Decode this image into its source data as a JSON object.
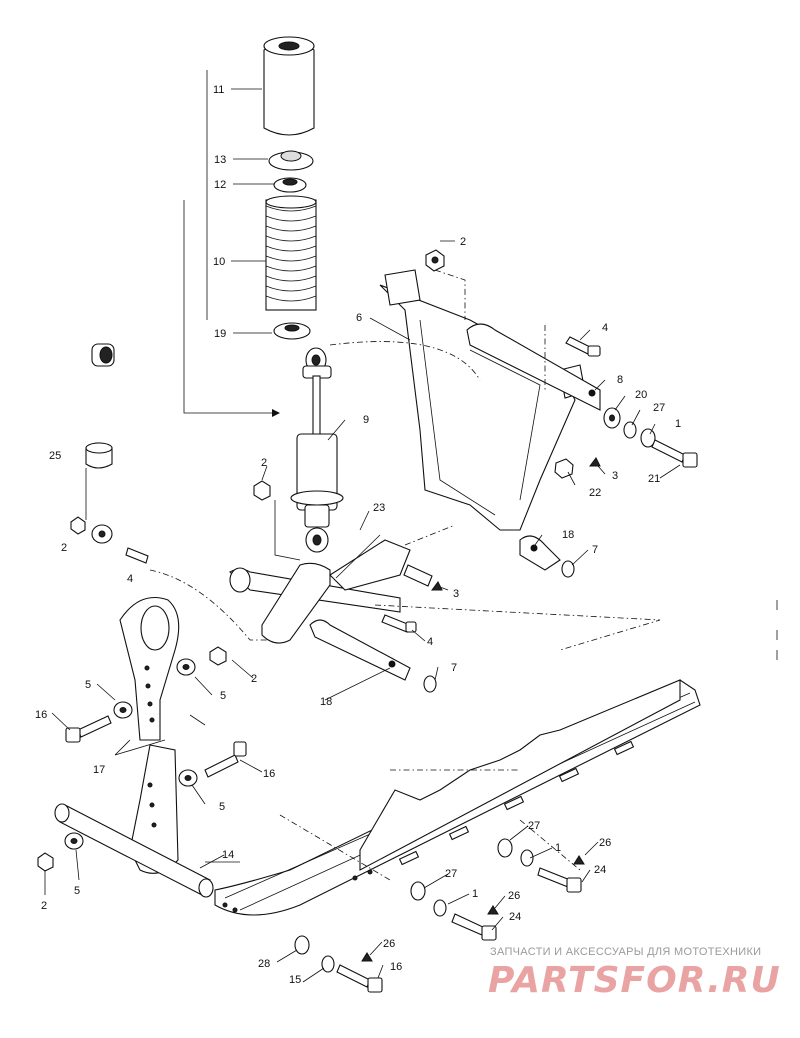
{
  "diagram": {
    "callouts": [
      {
        "id": "c11",
        "text": "11"
      },
      {
        "id": "c13",
        "text": "13"
      },
      {
        "id": "c12",
        "text": "12"
      },
      {
        "id": "c10",
        "text": "10"
      },
      {
        "id": "c19",
        "text": "19"
      },
      {
        "id": "c2a",
        "text": "2"
      },
      {
        "id": "c6",
        "text": "6"
      },
      {
        "id": "c4a",
        "text": "4"
      },
      {
        "id": "c8",
        "text": "8"
      },
      {
        "id": "c20",
        "text": "20"
      },
      {
        "id": "c27a",
        "text": "27"
      },
      {
        "id": "c1a",
        "text": "1"
      },
      {
        "id": "c21",
        "text": "21"
      },
      {
        "id": "c3a",
        "text": "3"
      },
      {
        "id": "c22",
        "text": "22"
      },
      {
        "id": "c9",
        "text": "9"
      },
      {
        "id": "c25",
        "text": "25"
      },
      {
        "id": "c2b",
        "text": "2"
      },
      {
        "id": "c2c",
        "text": "2"
      },
      {
        "id": "c4b",
        "text": "4"
      },
      {
        "id": "c23",
        "text": "23"
      },
      {
        "id": "c18a",
        "text": "18"
      },
      {
        "id": "c7a",
        "text": "7"
      },
      {
        "id": "c3b",
        "text": "3"
      },
      {
        "id": "c4c",
        "text": "4"
      },
      {
        "id": "c2d",
        "text": "2"
      },
      {
        "id": "c7b",
        "text": "7"
      },
      {
        "id": "c18b",
        "text": "18"
      },
      {
        "id": "c5a",
        "text": "5"
      },
      {
        "id": "c5b",
        "text": "5"
      },
      {
        "id": "c16a",
        "text": "16"
      },
      {
        "id": "c17",
        "text": "17"
      },
      {
        "id": "c16b",
        "text": "16"
      },
      {
        "id": "c5c",
        "text": "5"
      },
      {
        "id": "c14",
        "text": "14"
      },
      {
        "id": "c2e",
        "text": "2"
      },
      {
        "id": "c5d",
        "text": "5"
      },
      {
        "id": "c27b",
        "text": "27"
      },
      {
        "id": "c1b",
        "text": "1"
      },
      {
        "id": "c26a",
        "text": "26"
      },
      {
        "id": "c24a",
        "text": "24"
      },
      {
        "id": "c27c",
        "text": "27"
      },
      {
        "id": "c1c",
        "text": "1"
      },
      {
        "id": "c26b",
        "text": "26"
      },
      {
        "id": "c24b",
        "text": "24"
      },
      {
        "id": "c28",
        "text": "28"
      },
      {
        "id": "c26c",
        "text": "26"
      },
      {
        "id": "c15",
        "text": "15"
      },
      {
        "id": "c16c",
        "text": "16"
      }
    ]
  },
  "watermark": {
    "tagline": "ЗАПЧАСТИ И АКСЕССУАРЫ ДЛЯ МОТОТЕХНИКИ",
    "logo": "PARTSFOR.RU",
    "color": "#e9a3a3"
  }
}
